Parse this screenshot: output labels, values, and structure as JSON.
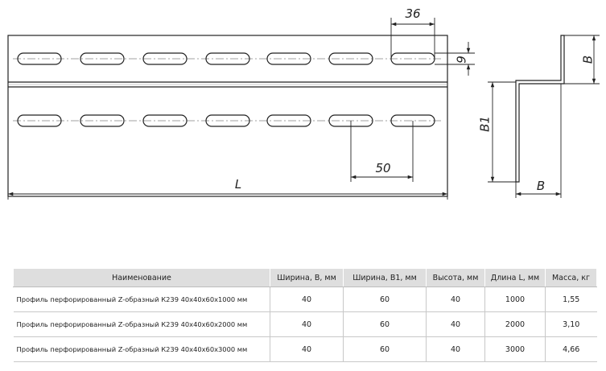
{
  "dimensions": {
    "slot_pitch": "36",
    "slot_height": "9",
    "slot_offset": "50",
    "length": "L",
    "flange_top": "B",
    "web": "B1",
    "flange_bottom": "B"
  },
  "table": {
    "headers": [
      "Наименование",
      "Ширина, В, мм",
      "Ширина, В1, мм",
      "Высота, мм",
      "Длина L, мм",
      "Масса, кг"
    ],
    "rows": [
      {
        "name": "Профиль перфорированный Z-образный К239 40х40х60х1000 мм",
        "width_b": "40",
        "width_b1": "60",
        "height": "40",
        "length": "1000",
        "mass": "1,55"
      },
      {
        "name": "Профиль перфорированный Z-образный К239 40х40х60х2000 мм",
        "width_b": "40",
        "width_b1": "60",
        "height": "40",
        "length": "2000",
        "mass": "3,10"
      },
      {
        "name": "Профиль перфорированный Z-образный К239 40х40х60х3000 мм",
        "width_b": "40",
        "width_b1": "60",
        "height": "40",
        "length": "3000",
        "mass": "4,66"
      }
    ]
  }
}
